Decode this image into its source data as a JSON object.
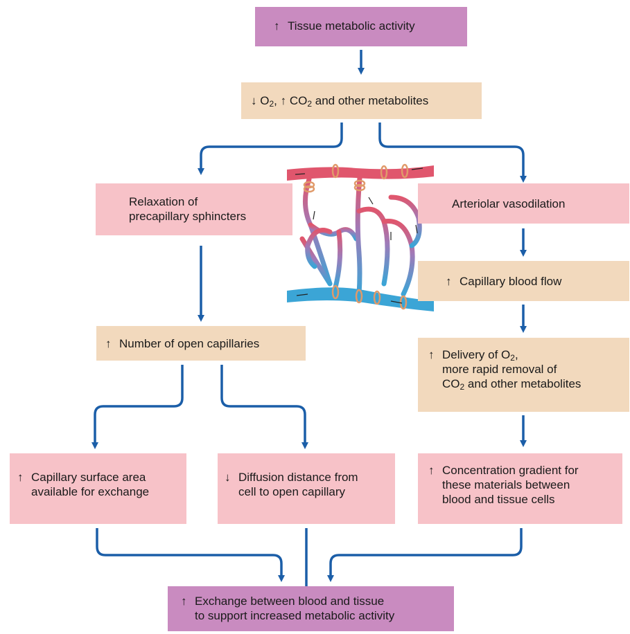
{
  "colors": {
    "arrow": "#1b5ea8",
    "purple_box": "#c98bc0",
    "tan_box": "#f2d9bd",
    "pink_box": "#f7c2c8",
    "artery": "#e0566d",
    "vein": "#3ba5d6",
    "sphincter": "#e09a6a"
  },
  "boxes": {
    "top": {
      "arrow": "↑",
      "text": "Tissue metabolic activity"
    },
    "o2": {
      "arrow_down": "↓",
      "o_text": "O",
      "o_sub": "2",
      "comma": ", ",
      "arrow_up": "↑",
      "co_text": "CO",
      "co_sub": "2",
      "rest": " and other metabolites"
    },
    "relax": {
      "line1": "Relaxation of",
      "line2": "precapillary sphincters"
    },
    "vasodil": {
      "text": "Arteriolar vasodilation"
    },
    "capflow": {
      "arrow": "↑",
      "text": "Capillary blood flow"
    },
    "opencap": {
      "arrow": "↑",
      "text": "Number of open capillaries"
    },
    "delivery": {
      "arrow": "↑",
      "line1": "Delivery of O",
      "line1_sub": "2",
      "line1_end": ",",
      "line2": "more rapid removal of",
      "line3": "CO",
      "line3_sub": "2",
      "line3_end": " and other metabolites"
    },
    "surface": {
      "arrow": "↑",
      "line1": "Capillary surface area",
      "line2": "available for exchange"
    },
    "diffusion": {
      "arrow": "↓",
      "line1": "Diffusion distance from",
      "line2": "cell to open capillary"
    },
    "gradient": {
      "arrow": "↑",
      "line1": "Concentration gradient for",
      "line2": "these materials between",
      "line3": "blood and tissue cells"
    },
    "exchange": {
      "arrow": "↑",
      "line1": "Exchange between blood and tissue",
      "line2": "to support increased metabolic activity"
    }
  },
  "illustration": {
    "name": "capillary-bed-illustration"
  }
}
